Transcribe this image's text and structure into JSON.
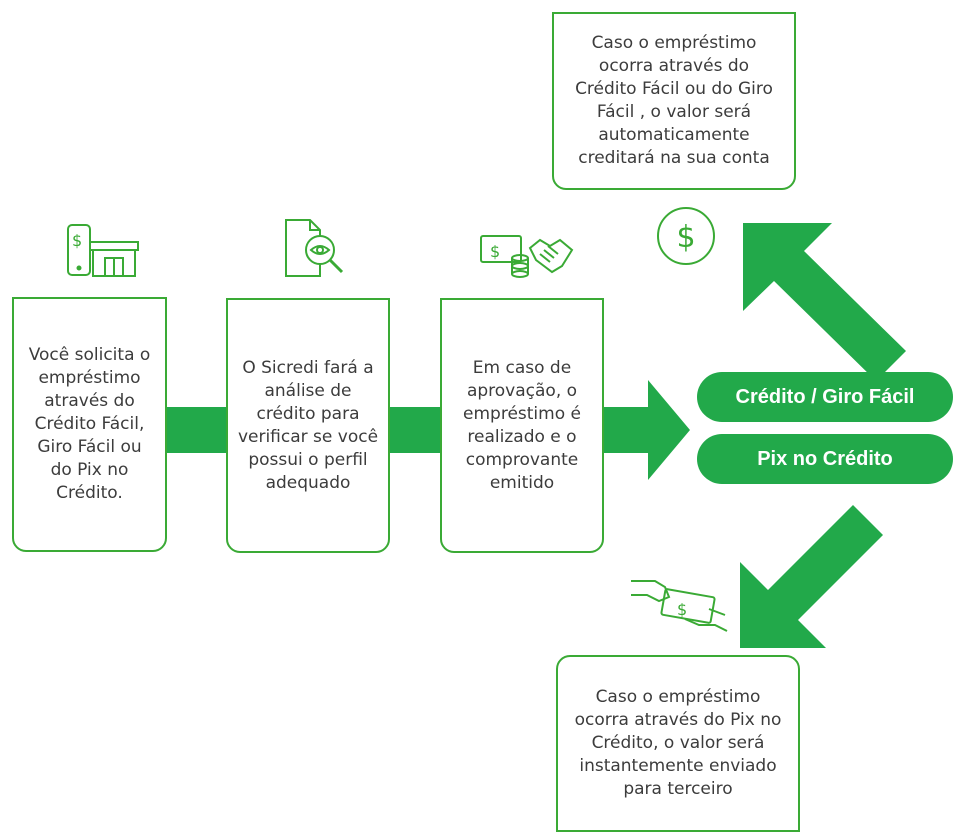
{
  "colors": {
    "accent": "#22a94a",
    "border": "#3aaa35",
    "text": "#3c3c3c",
    "pill_text": "#ffffff"
  },
  "steps": [
    {
      "icon": "mobile-store-icon",
      "text": "Você solicita o\nempréstimo\natravés do\nCrédito Fácil,\nGiro Fácil ou\ndo Pix no\nCrédito."
    },
    {
      "icon": "document-search-icon",
      "text": "O Sicredi fará a\nanálise de\ncrédito para\nverificar se você\npossui o perfil\nadequado"
    },
    {
      "icon": "money-handshake-icon",
      "text": "Em caso de\naprovação, o\nempréstimo é\nrealizado e o\ncomprovante\nemitido"
    }
  ],
  "options": {
    "credito_giro": "Crédito / Giro Fácil",
    "pix_credito": "Pix no Crédito"
  },
  "outcomes": {
    "top": {
      "icon": "dollar-circle-icon",
      "text": "Caso o empréstimo\nocorra através do\nCrédito Fácil ou do Giro\nFácil , o valor será\nautomaticamente\ncreditará na sua conta"
    },
    "bottom": {
      "icon": "money-transfer-icon",
      "text": "Caso o empréstimo\nocorra através do Pix no\nCrédito, o valor será\ninstantemente enviado\npara terceiro"
    }
  }
}
